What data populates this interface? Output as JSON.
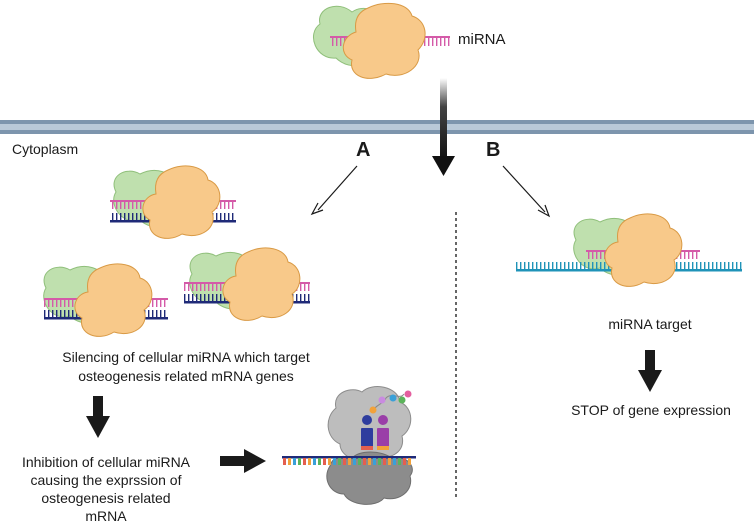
{
  "labels": {
    "mirna": "miRNA",
    "cytoplasm": "Cytoplasm",
    "path_a": "A",
    "path_b": "B",
    "silencing_line1": "Silencing of cellular miRNA which target",
    "silencing_line2": "osteogenesis related mRNA genes",
    "inhibition_line1": "Inhibition of cellular miRNA",
    "inhibition_line2": "causing the exprssion of",
    "inhibition_line3": "osteogenesis related",
    "inhibition_line4": "mRNA",
    "mirna_target": "miRNA target",
    "stop": "STOP of gene expression"
  },
  "colors": {
    "membrane": "#9fb3c6",
    "membrane_edge": "#6f8aa3",
    "ago_front": "#f8c98a",
    "ago_front_edge": "#d99a45",
    "ago_back": "#bfe0ae",
    "ago_back_edge": "#8fbf7a",
    "mirna_strand": "#d45aa8",
    "mrna_strand_dark": "#1f2a78",
    "mrna_strand_teal": "#1f93b8",
    "arrow_dark": "#1a1a1a",
    "ribosome": "#8c8c8c",
    "ribosome_light": "#bdbdbd"
  }
}
